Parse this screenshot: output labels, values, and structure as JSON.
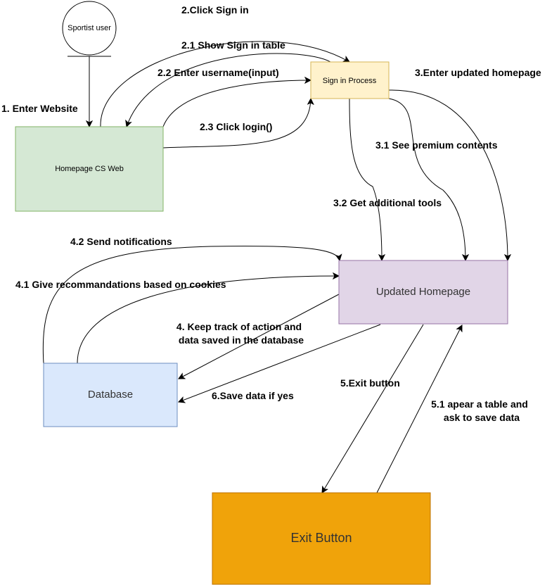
{
  "nodes": {
    "sportist_user": {
      "label": "Sportist user"
    },
    "homepage": {
      "label": "Homepage CS Web",
      "fill": "#d5e8d4",
      "stroke": "#82b366"
    },
    "sign_in": {
      "label": "Sign in Process",
      "fill": "#fff2cc",
      "stroke": "#d6b656"
    },
    "updated_homepage": {
      "label": "Updated Homepage",
      "fill": "#e1d5e7",
      "stroke": "#9673a6"
    },
    "database": {
      "label": "Database",
      "fill": "#dae8fc",
      "stroke": "#6c8ebf"
    },
    "exit_button": {
      "label": "Exit Button",
      "fill": "#f0a30a",
      "stroke": "#bd7000"
    }
  },
  "edges": {
    "e1": {
      "label": "1. Enter Website"
    },
    "e2": {
      "label": "2.Click Sign in"
    },
    "e2_1": {
      "label": "2.1 Show Sign in table"
    },
    "e2_2": {
      "label": "2.2 Enter username(input)"
    },
    "e2_3": {
      "label": "2.3 Click login()"
    },
    "e3": {
      "label": "3.Enter updated homepage"
    },
    "e3_1": {
      "label": "3.1 See premium contents"
    },
    "e3_2": {
      "label": "3.2 Get additional tools"
    },
    "e4": {
      "label_line1": "4. Keep track of action and",
      "label_line2": "data saved in the database"
    },
    "e4_1": {
      "label": "4.1 Give recommandations based on cookies"
    },
    "e4_2": {
      "label": "4.2 Send notifications"
    },
    "e5": {
      "label": "5.Exit button"
    },
    "e5_1": {
      "label_line1": "5.1 apear a table and",
      "label_line2": "ask to save data"
    },
    "e6": {
      "label": "6.Save data if yes"
    }
  }
}
